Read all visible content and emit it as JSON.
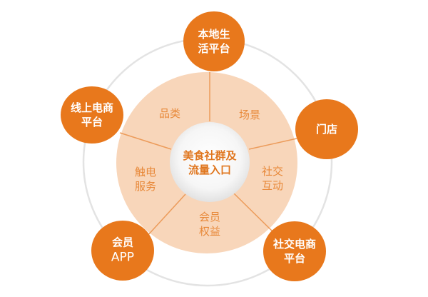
{
  "colors": {
    "node_fill": "#E8781C",
    "segment_fill": "#F8D6BA",
    "segment_line": "#EC9B5A",
    "segment_text": "#E8893A",
    "center_fill": "#F4F4F4",
    "center_text": "#E0761E",
    "outer_ring": "#E3E3E3"
  },
  "center": {
    "line1": "美食社群及",
    "line2": "流量入口"
  },
  "segments": [
    {
      "line1": "品类",
      "line2": ""
    },
    {
      "line1": "场景",
      "line2": ""
    },
    {
      "line1": "社交",
      "line2": "互动"
    },
    {
      "line1": "会员",
      "line2": "权益"
    },
    {
      "line1": "触电",
      "line2": "服务"
    }
  ],
  "nodes": [
    {
      "line1": "本地生",
      "line2": "活平台"
    },
    {
      "line1": "门店",
      "line2": ""
    },
    {
      "line1": "社交电商",
      "line2": "平台"
    },
    {
      "line1": "会员",
      "line2": "APP"
    },
    {
      "line1": "线上电商",
      "line2": "平台"
    }
  ]
}
